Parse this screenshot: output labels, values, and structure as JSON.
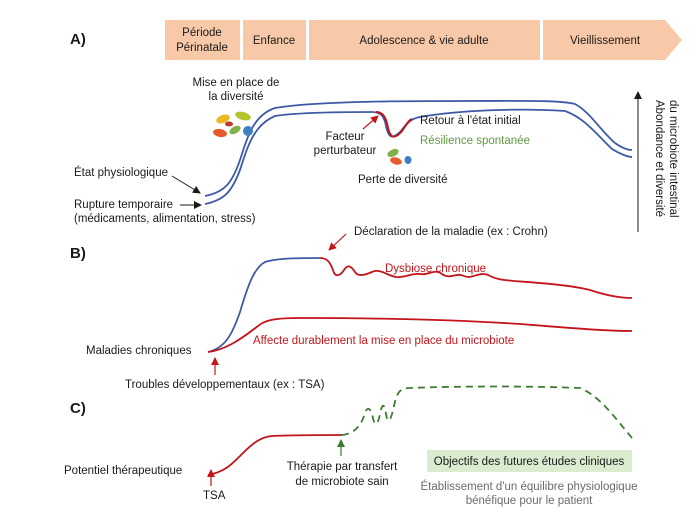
{
  "panels": {
    "a": "A)",
    "b": "B)",
    "c": "C)"
  },
  "timeline": {
    "phases": [
      "Période",
      "Périnatale",
      "Enfance",
      "Adolescence & vie adulte",
      "Vieillissement"
    ]
  },
  "y_axis": {
    "line1": "Abondance et diversité",
    "line2": "du microbiote intestinal"
  },
  "panel_a": {
    "diversity_line1": "Mise en place de",
    "diversity_line2": "la diversité",
    "physio_state": "État physiologique",
    "rupture_line1": "Rupture temporaire",
    "rupture_line2": "(médicaments, alimentation, stress)",
    "factor_line1": "Facteur",
    "factor_line2": "perturbateur",
    "return_state": "Retour à l'état initial",
    "resilience": "Résilience spontanée",
    "loss": "Perte de diversité"
  },
  "panel_b": {
    "disease_declared": "Déclaration de la maladie (ex : Crohn)",
    "dysbiosis": "Dysbiose chronique",
    "chronic": "Maladies chroniques",
    "lasting_effect": "Affecte durablement la mise en place du microbiote",
    "developmental": "Troubles développementaux (ex : TSA)"
  },
  "panel_c": {
    "potential": "Potentiel thérapeutique",
    "tsa": "TSA",
    "therapy_line1": "Thérapie par transfert",
    "therapy_line2": "de microbiote sain",
    "objectives": "Objectifs des futures études cliniques",
    "establish_line1": "Établissement d'un équilibre physiologique",
    "establish_line2": "bénéfique pour le patient"
  },
  "colors": {
    "blue": "#3d5aa6",
    "red": "#c3151b",
    "green": "#3e7a33",
    "phase_fill": "#f8c9a8",
    "objectives_fill": "#d9ecd0"
  }
}
